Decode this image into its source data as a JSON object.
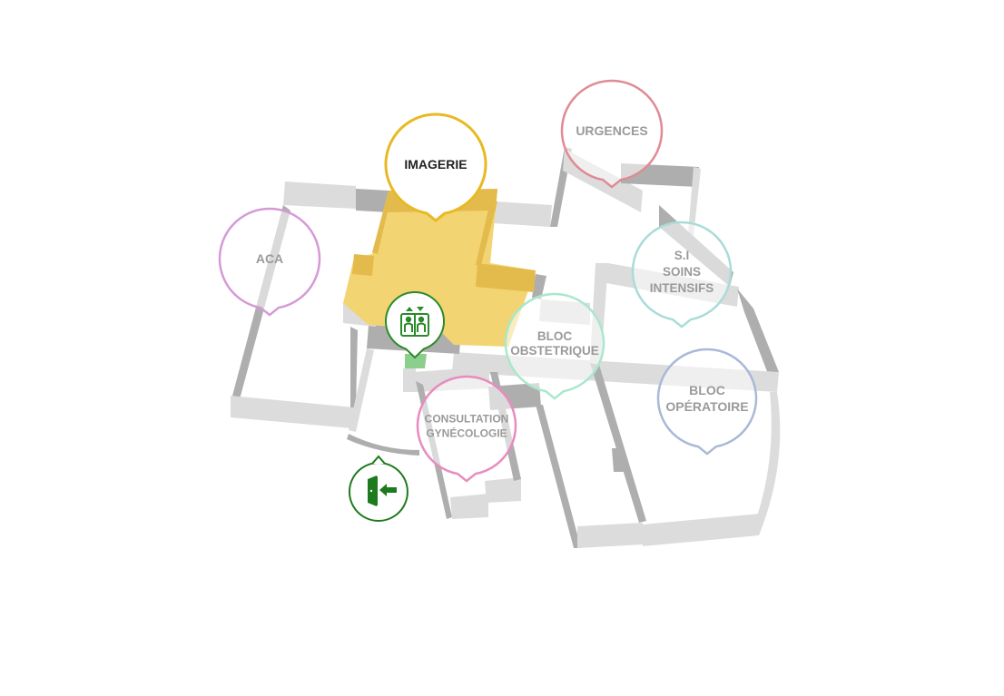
{
  "map": {
    "departments": [
      {
        "id": "imagerie",
        "lines": [
          "IMAGERIE"
        ],
        "color": "#e8b923",
        "text_color": "#222222",
        "active": true
      },
      {
        "id": "urgences",
        "lines": [
          "URGENCES"
        ],
        "color": "#e08a96",
        "text_color": "#9a9a9a",
        "active": false
      },
      {
        "id": "aca",
        "lines": [
          "ACA"
        ],
        "color": "#d59ad6",
        "text_color": "#9a9a9a",
        "active": false
      },
      {
        "id": "soins-intensifs",
        "lines": [
          "S.I",
          "SOINS",
          "INTENSIFS"
        ],
        "color": "#a9dcd8",
        "text_color": "#9a9a9a",
        "active": false
      },
      {
        "id": "bloc-obstetrique",
        "lines": [
          "BLOC",
          "OBSTETRIQUE"
        ],
        "color": "#a8e8cc",
        "text_color": "#9a9a9a",
        "active": false
      },
      {
        "id": "bloc-operatoire",
        "lines": [
          "BLOC",
          "OPÉRATOIRE"
        ],
        "color": "#a9b9d8",
        "text_color": "#9a9a9a",
        "active": false
      },
      {
        "id": "consultation-gynecologie",
        "lines": [
          "CONSULTATION",
          "GYNÉCOLOGIE"
        ],
        "color": "#e88cbf",
        "text_color": "#9a9a9a",
        "active": false
      }
    ],
    "icons": [
      {
        "id": "elevator",
        "icon": "elevator-icon",
        "color": "#2a8a2a"
      },
      {
        "id": "entrance",
        "icon": "entrance-door-icon",
        "color": "#1e7a1e"
      }
    ],
    "colors": {
      "highlight_fill": "#f3d472",
      "highlight_wall": "#e3bb4c",
      "wall_top": "#dcdcdc",
      "wall_side": "#aeaeae",
      "floor": "#ffffff",
      "elevator_marker": "#8ccf8c"
    }
  }
}
